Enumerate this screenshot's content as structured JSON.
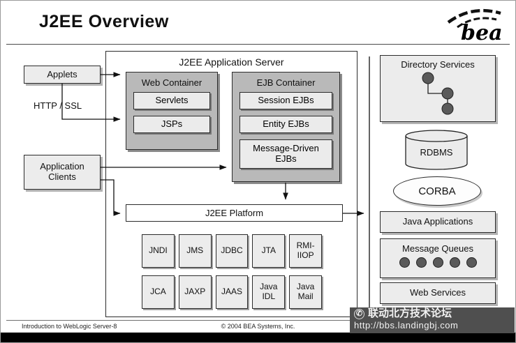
{
  "slide": {
    "title": "J2EE Overview",
    "logo_text": "bea",
    "footer_left": "Introduction to WebLogic Server-8",
    "footer_center": "© 2004 BEA Systems, Inc.",
    "watermark": {
      "phone_icon": "✆",
      "line1": "联动北方技术论坛",
      "line2": "http://bbs.landingbj.com"
    }
  },
  "left_column": {
    "applets": "Applets",
    "http_ssl": "HTTP / SSL",
    "application_clients": "Application Clients"
  },
  "server": {
    "title": "J2EE Application Server",
    "web_container": {
      "title": "Web Container",
      "items": [
        "Servlets",
        "JSPs"
      ]
    },
    "ejb_container": {
      "title": "EJB Container",
      "items": [
        "Session EJBs",
        "Entity EJBs",
        "Message-Driven EJBs"
      ]
    },
    "platform": "J2EE Platform",
    "apis_row1": [
      "JNDI",
      "JMS",
      "JDBC",
      "JTA",
      "RMI-IIOP"
    ],
    "apis_row2": [
      "JCA",
      "JAXP",
      "JAAS",
      "Java IDL",
      "Java Mail"
    ]
  },
  "right_column": {
    "directory_services": "Directory Services",
    "rdbms": "RDBMS",
    "corba": "CORBA",
    "java_applications": "Java Applications",
    "message_queues": "Message Queues",
    "web_services": "Web Services"
  },
  "colors": {
    "container_fill": "#b9b9b9",
    "box_fill": "#ececec",
    "dot_fill": "#5a5a5a",
    "watermark_bg": "#4f4f4f",
    "bottom_bar": "#000000"
  }
}
